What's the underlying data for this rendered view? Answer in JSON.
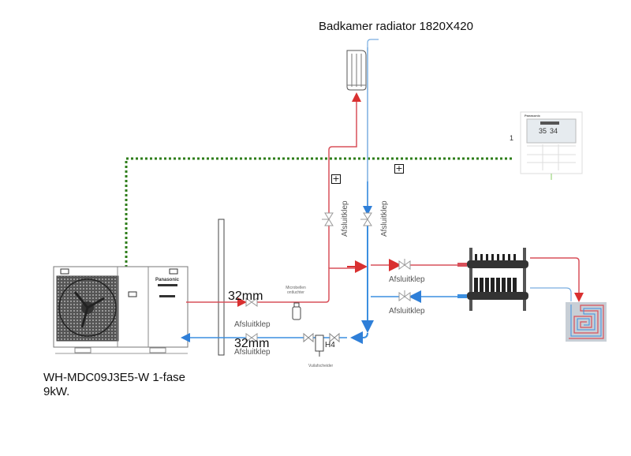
{
  "diagram": {
    "title": "Badkamer radiator 1820X420",
    "heat_pump": {
      "model_line1": "WH-MDC09J3E5-W 1-fase",
      "model_line2": "9kW.",
      "brand": "Panasonic"
    },
    "pipe_sizes": {
      "supply": "32mm",
      "return": "32mm"
    },
    "valves": {
      "supply_main": "Afsluitklep",
      "return_main": "Afsluitklep",
      "radiator_supply": "Afsluitklep",
      "radiator_return": "Afsluitklep",
      "floor_supply": "Afsluitklep",
      "floor_return": "Afsluitklep"
    },
    "components": {
      "air_separator": "Microbellen ontluchter",
      "dirt_separator": "Vuilafscheider",
      "dirt_separator_tag": "H4"
    },
    "controller": {
      "brand": "Panasonic",
      "display_values": [
        "35",
        "34"
      ],
      "side_label": "1"
    },
    "plus_markers": [
      "+",
      "+"
    ],
    "colors": {
      "supply": "#d9505a",
      "supply_arrow": "#d93030",
      "return": "#3b8fe0",
      "control_wire": "#2e7d1a"
    }
  }
}
